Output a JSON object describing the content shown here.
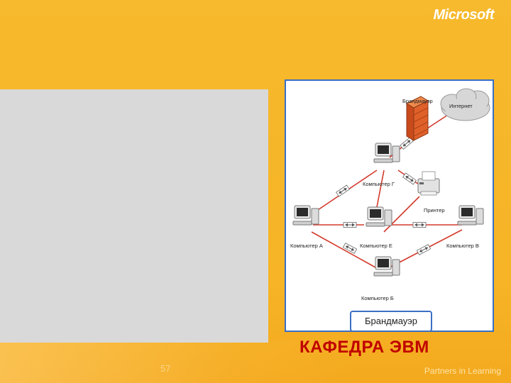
{
  "slide": {
    "logo_text": "Microsoft",
    "title": "КАФЕДРА ЭВМ",
    "page_number": "57",
    "footer_tagline": "Partners in Learning"
  },
  "diagram": {
    "firewall_label": "Брандмауэр",
    "internet_label": "Интернет",
    "printer_label": "Принтер",
    "computers": [
      {
        "label": "Компьютер Г"
      },
      {
        "label": "Компьютер А"
      },
      {
        "label": "Компьютер Е"
      },
      {
        "label": "Компьютер В"
      },
      {
        "label": "Компьютер Б"
      }
    ],
    "legend_label": "Брандмауэр"
  },
  "colors": {
    "background": "#f6b627",
    "panel": "#d9d9d9",
    "link_line": "#d33a2c",
    "title": "#c00000",
    "frame_border": "#3a6fc4"
  },
  "icons": [
    "computer-icon",
    "firewall-icon",
    "cloud-icon",
    "printer-icon",
    "bidirectional-arrow-icon"
  ]
}
